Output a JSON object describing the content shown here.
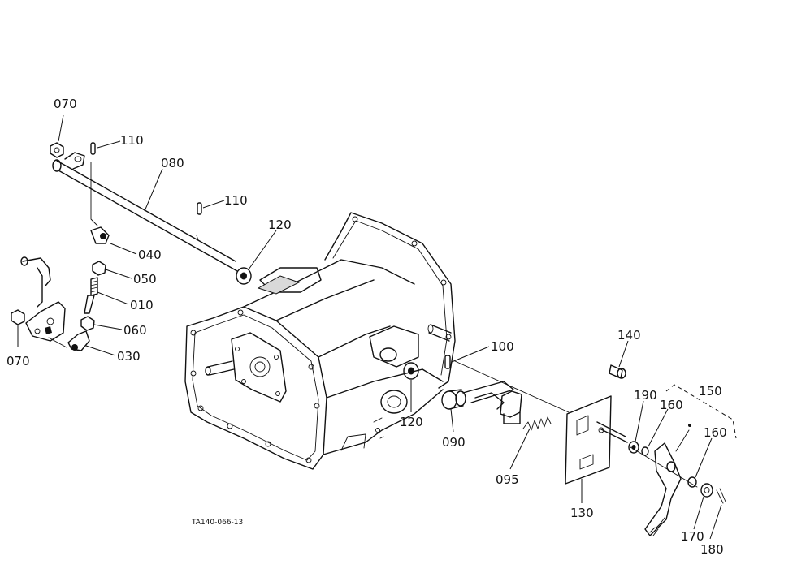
{
  "figure_ref": "TA140-066-13",
  "part_labels": {
    "p070_top": "070",
    "p110_top": "110",
    "p080": "080",
    "p110_mid": "110",
    "p120_top": "120",
    "p040": "040",
    "p050": "050",
    "p010": "010",
    "p060": "060",
    "p030": "030",
    "p070_left": "070",
    "p140": "140",
    "p100": "100",
    "p150": "150",
    "p190": "190",
    "p160_a": "160",
    "p160_b": "160",
    "p120_bottom": "120",
    "p090": "090",
    "p095": "095",
    "p130": "130",
    "p170": "170",
    "p180": "180"
  }
}
